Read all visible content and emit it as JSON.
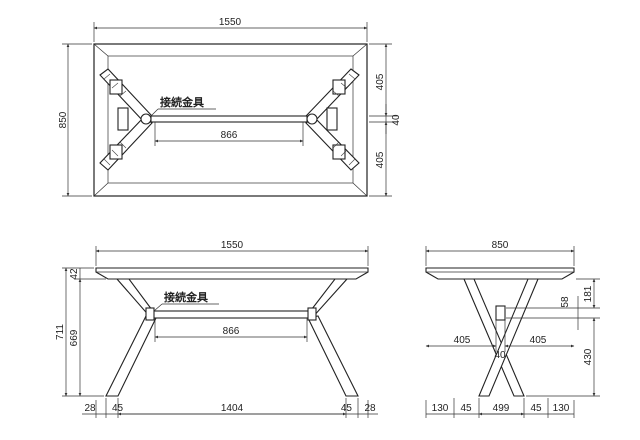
{
  "top_view": {
    "width_dim": "1550",
    "depth_dim": "850",
    "leg_span_dim": "866",
    "right_upper_dim": "405",
    "right_mid_dim": "40",
    "right_lower_dim": "405",
    "connector_label": "接続金具"
  },
  "front_view": {
    "width_dim": "1550",
    "top_thickness_dim": "42",
    "total_height_dim": "711",
    "leg_height_dim": "669",
    "leg_span_dim": "866",
    "connector_label": "接続金具",
    "bottom_dims": [
      "28",
      "45",
      "1404",
      "45",
      "28"
    ]
  },
  "side_view": {
    "width_dim": "850",
    "upper_right_dim": "181",
    "beam_height_dim": "58",
    "left_inner_dim": "405",
    "center_dim": "40",
    "right_inner_dim": "405",
    "lower_right_dim": "430",
    "bottom_dims": [
      "130",
      "45",
      "499",
      "45",
      "130"
    ]
  }
}
